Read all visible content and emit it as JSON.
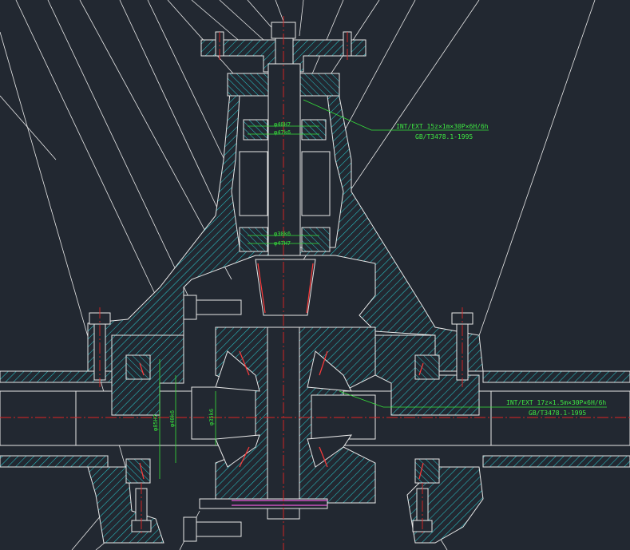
{
  "annotations": {
    "spline_top_line1": "INT/EXT 15z×1m×30P×6H/6h",
    "spline_top_line2": "GB/T3478.1-1995",
    "spline_mid_line1": "INT/EXT 17z×1.5m×30P×6H/6h",
    "spline_mid_line2": "GB/T3478.1-1995"
  },
  "dimensions": {
    "d_upper_1": "φ40H7",
    "d_upper_2": "φ47k6",
    "d_lower_1": "φ30k6",
    "d_lower_2": "φ47H7",
    "d_left_1": "φ85H7",
    "d_left_2": "φ40k6",
    "d_left_3": "φ35k6"
  },
  "colors": {
    "background": "#222831",
    "outline": "#ffffff",
    "hatch": "#29c4c9",
    "centerline": "#e02424",
    "dimension": "#36e23a",
    "part_red": "#ff3a3a",
    "magenta": "#e85ad8"
  }
}
